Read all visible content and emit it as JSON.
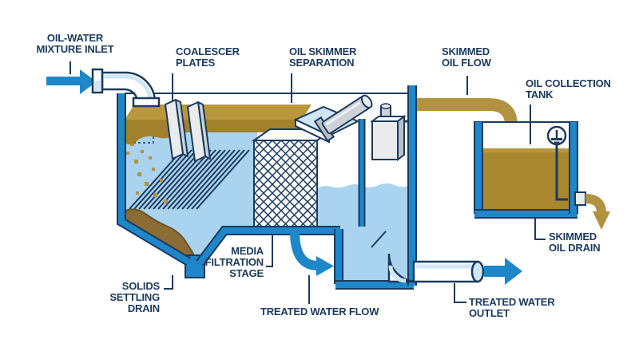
{
  "title": "Oil-water separator process diagram",
  "colors": {
    "navy": "#1b3a5e",
    "blue": "#1e87c9",
    "light_blue": "#a9d3ee",
    "pale_blue": "#cfe6f5",
    "gold": "#b29240",
    "gold_top": "#b9983d",
    "gold_front": "#a1812c",
    "oil": "#a8872e",
    "sediment": "#8a6c34",
    "sediment_edge": "#6b5526",
    "gray": "#ccd2d7",
    "gray_light": "#e9ebed",
    "white": "#ffffff"
  },
  "labels": {
    "inlet": {
      "lines": [
        "OIL-WATER",
        "MIXTURE INLET"
      ]
    },
    "coalescer": {
      "lines": [
        "COALESCER",
        "PLATES"
      ]
    },
    "skimmer": {
      "lines": [
        "OIL SKIMMER",
        "SEPARATION"
      ]
    },
    "skimmed_flow": {
      "lines": [
        "SKIMMED",
        "OIL FLOW"
      ]
    },
    "collection_tank": {
      "lines": [
        "OIL COLLECTION",
        "TANK"
      ]
    },
    "skimmed_drain": {
      "lines": [
        "SKIMMED",
        "OIL DRAIN"
      ]
    },
    "solids_drain": {
      "lines": [
        "SOLIDS",
        "SETTLING",
        "DRAIN"
      ]
    },
    "media_stage": {
      "lines": [
        "MEDIA",
        "FILTRATION",
        "STAGE"
      ]
    },
    "treated_flow": {
      "lines": [
        "TREATED WATER FLOW"
      ]
    },
    "treated_outlet": {
      "lines": [
        "TREATED WATER",
        "OUTLET"
      ]
    }
  }
}
